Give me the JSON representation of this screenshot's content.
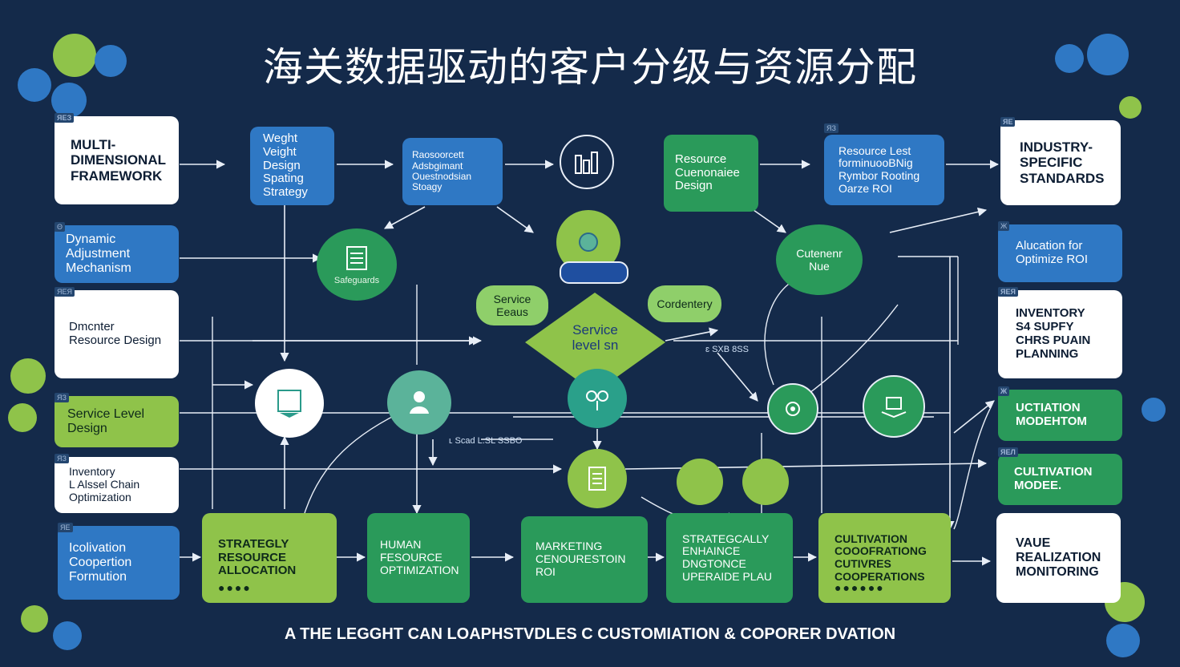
{
  "title": "海关数据驱动的客户分级与资源分配",
  "footer": "A THE LEGGHT CAN LOAPHSTVDLES C CUSTOMIATION & COPORER DVATION",
  "colors": {
    "background": "#142a4a",
    "blue": "#2f78c4",
    "lime": "#8fc34a",
    "green": "#2a9a5a",
    "white": "#ffffff",
    "teal": "#5bb39a"
  },
  "left_column": [
    {
      "label": "MULTI-\nDIMENSIONAL\nFRAMEWORK",
      "tag": "ЯЕЗ"
    },
    {
      "label": "Dynamic\nAdjustment\nMechanism",
      "tag": "Θ"
    },
    {
      "label": "Dmcnter\nResource Design",
      "tag": "ЯЕЯ"
    },
    {
      "label": "Service Level\nDesign",
      "tag": "ЯЗ"
    },
    {
      "label": "Inventory\nL Alssel Chain\nOptimization",
      "tag": "ЯЗ"
    },
    {
      "label": "Icolivation\nCoopertion\nFormution",
      "tag": "ЯЕ"
    }
  ],
  "top_row": [
    {
      "label": "Weght\nVeight\nDesign\nSpating\nStrategy"
    },
    {
      "label": "Raosoorcett\nAdsbgimant\nOuestnodsian\nStoagy"
    },
    {
      "label": "Resource\nCuenonaiee\nDesign"
    },
    {
      "label": "Resource Lest\nforminuooBNig\nRymbor Rooting\nOarze ROI",
      "tag": "ЯЗ"
    }
  ],
  "right_column": [
    {
      "label": "INDUSTRY-\nSPECIFIC\nSTANDARDS",
      "tag": "ЯЕ"
    },
    {
      "label": "Alucation for\nOptimize ROI",
      "tag": "Ж"
    },
    {
      "label": "INVENTORY\nS4 SUPFY\nCHRS PUAIN\nPLANNING",
      "tag": "ЯЕЯ"
    },
    {
      "label": "UCTIATION\nMODEHTOM",
      "tag": "Ж"
    },
    {
      "label": "CULTIVATION\nMODEE.",
      "tag": "ЯЕЛ"
    },
    {
      "label": "VAUE\nREALIZATION\nMONITORING"
    }
  ],
  "bottom_row": [
    {
      "label": "STRATEGLY\nRESOURCE\nALLOCATION"
    },
    {
      "label": "HUMAN\nFESOURCE\nOPTIMIZATION"
    },
    {
      "label": "MARKETING\nCENOURESTOIN\nROI"
    },
    {
      "label": "STRATEGCALLY\nENHAINCE\nDNGTONCE\nUPERAIDE PLAU"
    },
    {
      "label": "CULTIVATION\nCOOOFRATIONG\nCUTIVRES\nCOOPERATIONS"
    }
  ],
  "center": {
    "service_level": "Service\nlevel sn",
    "service_bubble": "Service\nEeaus",
    "cordentery": "Cordentery",
    "customer_value": "Cutenenr\nNue",
    "safeguards": "Safeguards",
    "annotation_1": "ɛ SXB 8SS",
    "annotation_2": "ʟ Scad L.SL SSBO"
  },
  "icons": [
    "document-icon",
    "server-icon",
    "person-icon",
    "tree-icon",
    "binoculars-icon",
    "clipboard-icon",
    "settings-icon",
    "bar-chart-icon",
    "globe-icon"
  ]
}
